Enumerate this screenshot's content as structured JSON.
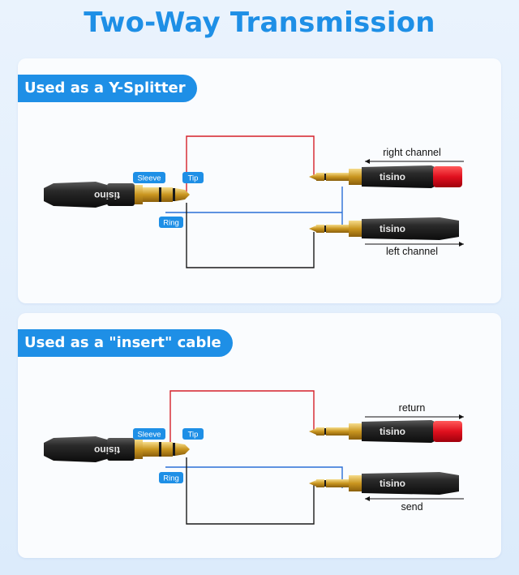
{
  "page": {
    "title": "Two-Way Transmission"
  },
  "colors": {
    "accent": "#1e8fe6",
    "wire_tip": "#d4202a",
    "wire_ring": "#2a6fd6",
    "wire_sleeve": "#1a1a1a",
    "red_cap": "#e0101e"
  },
  "sections": [
    {
      "heading": "Used as a Y-Splitter",
      "labels": {
        "sleeve": "Sleeve",
        "tip": "Tip",
        "ring": "Ring"
      },
      "top_plug_caption": "right channel",
      "bottom_plug_caption": "left channel",
      "brand": "tisino"
    },
    {
      "heading": "Used as a \"insert\" cable",
      "labels": {
        "sleeve": "Sleeve",
        "tip": "Tip",
        "ring": "Ring"
      },
      "top_plug_caption": "return",
      "bottom_plug_caption": "send",
      "brand": "tisino"
    }
  ]
}
